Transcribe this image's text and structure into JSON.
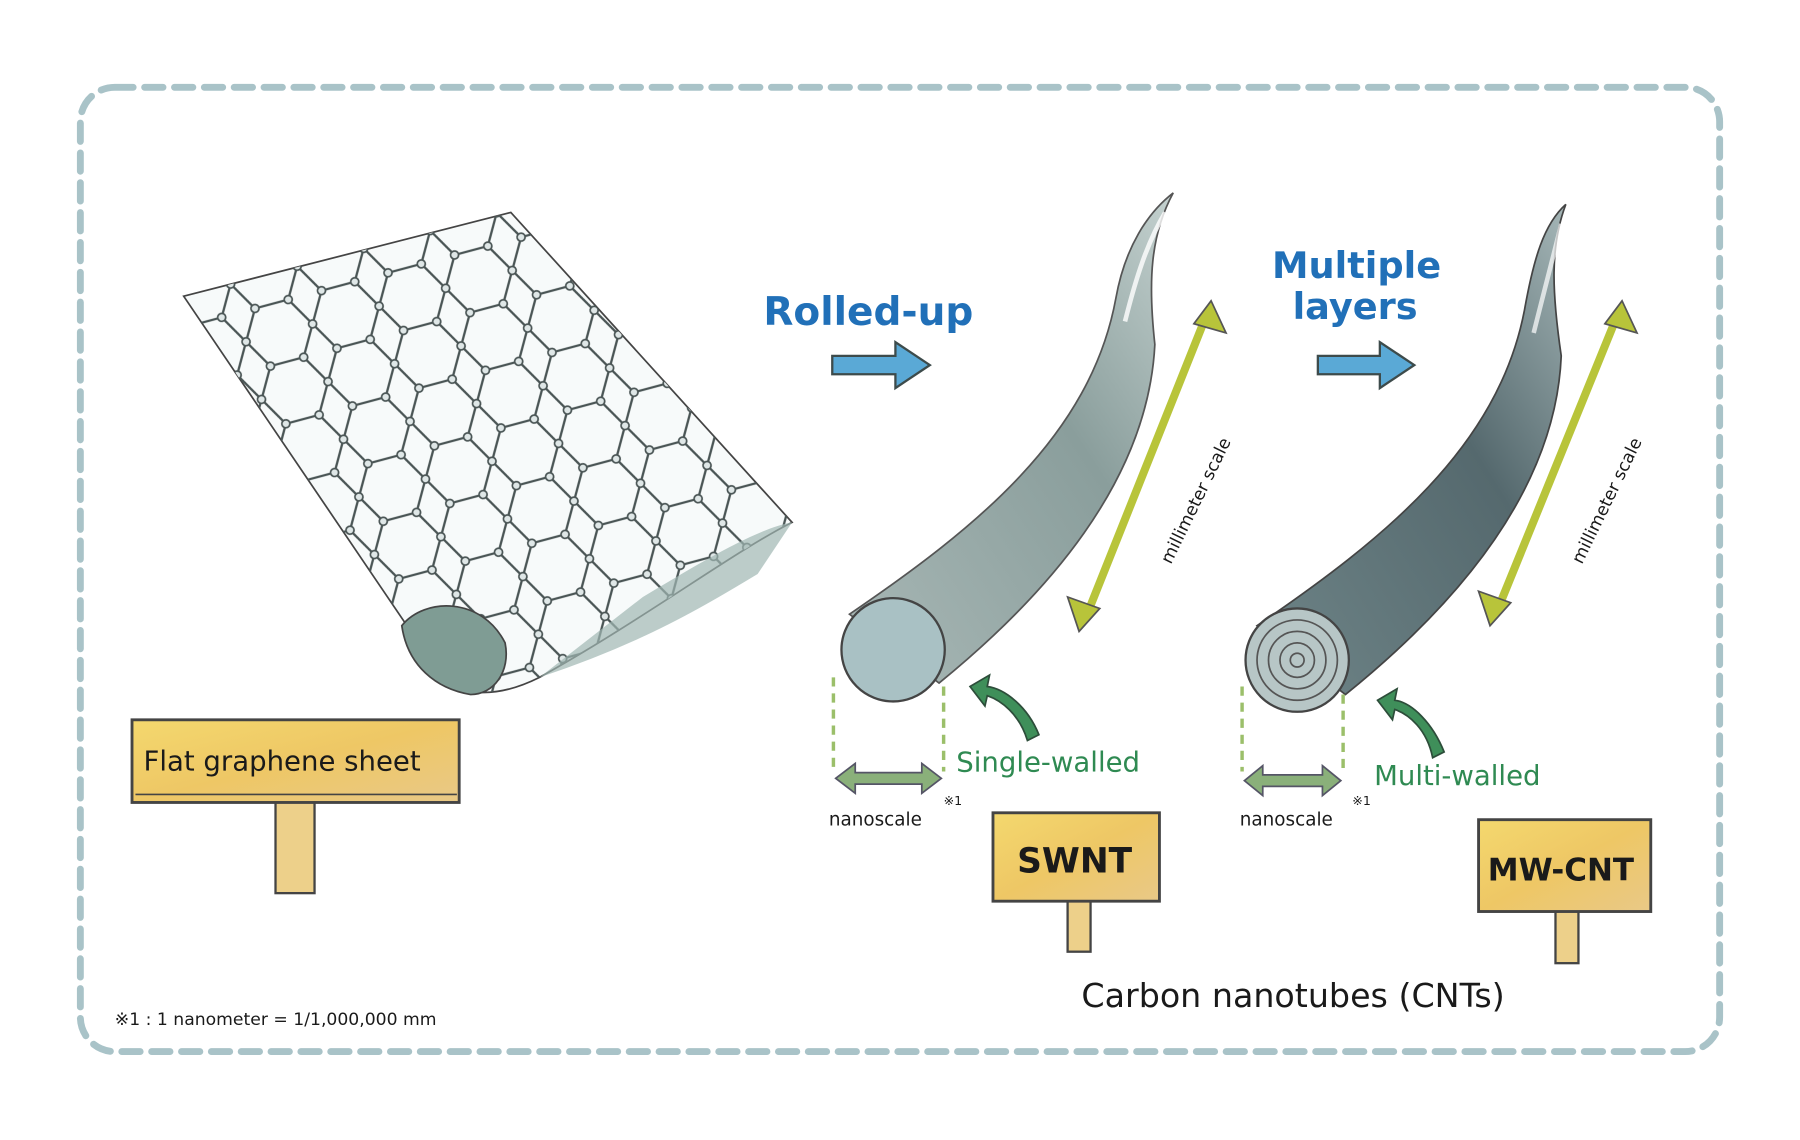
{
  "labels": {
    "rolled_up": "Rolled-up",
    "multiple": "Multiple",
    "layers": "layers",
    "millimeter_scale_1": "millimeter scale",
    "millimeter_scale_2": "millimeter scale",
    "single_walled": "Single-walled",
    "multi_walled": "Multi-walled",
    "nanoscale_1": "nanoscale",
    "nanoscale_2": "nanoscale",
    "note_mark_1": "※1",
    "note_mark_2": "※1",
    "caption": "Carbon nanotubes (CNTs)",
    "footnote": "※1 : 1 nanometer = 1/1,000,000 mm"
  },
  "signs": {
    "graphene": "Flat graphene sheet",
    "swnt": "SWNT",
    "mwcnt": "MW-CNT"
  },
  "colors": {
    "frame": "#a9c3c8",
    "title_blue": "#2170b8",
    "label_green": "#2f8a52",
    "tube_gray": "#8fa3a3",
    "arrow_yellow": "#b8c43a",
    "sign_wood": "#f0cf6a"
  }
}
